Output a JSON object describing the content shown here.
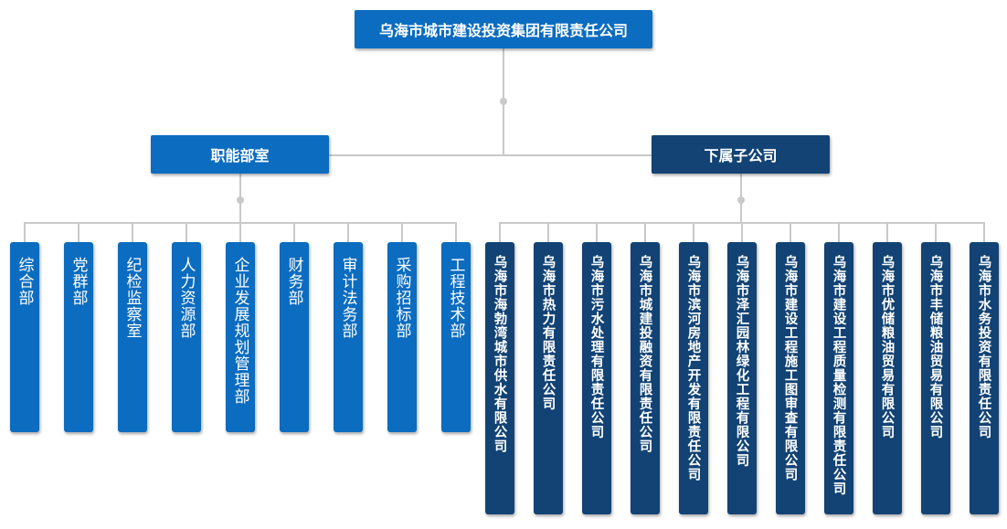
{
  "root": {
    "label": "乌海市城市建设投资集团有限责任公司"
  },
  "categories": [
    {
      "label": "职能部室"
    },
    {
      "label": "下属子公司"
    }
  ],
  "departments": [
    "综合部",
    "党群部",
    "纪检监察室",
    "人力资源部",
    "企业发展规划管理部",
    "财务部",
    "审计法务部",
    "采购招标部",
    "工程技术部"
  ],
  "subsidiaries": [
    "乌海市海勃湾城市供水有限公司",
    "乌海市热力有限责任公司",
    "乌海市污水处理有限责任公司",
    "乌海市城建投融资有限责任公司",
    "乌海市滨河房地产开发有限责任公司",
    "乌海市泽汇园林绿化工程有限公司",
    "乌海市建设工程施工图审查有限公司",
    "乌海市建设工程质量检测有限责任公司",
    "乌海市优储粮油贸易有限公司",
    "乌海市丰储粮油贸易有限公司",
    "乌海市水务投资有限责任公司"
  ],
  "colors": {
    "primary_blue": "#0b6cc0",
    "dark_navy": "#124374",
    "connector": "#c9c9c9"
  }
}
